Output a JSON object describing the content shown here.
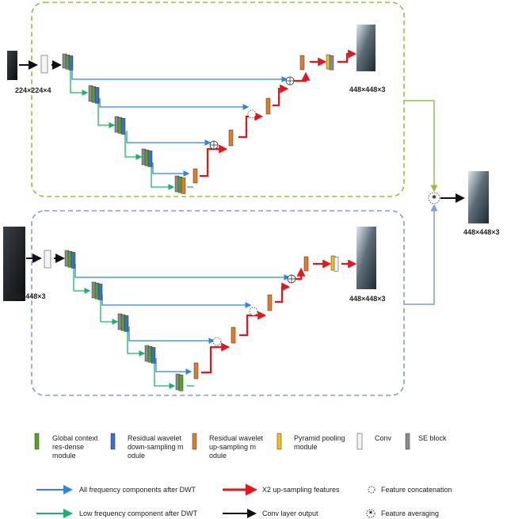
{
  "branch_top": {
    "input_size": "224×224×4",
    "output_size": "448×448×3"
  },
  "branch_bottom": {
    "input_size": "448×448×3",
    "output_size": "448×448×3"
  },
  "final_output_size": "448×448×3",
  "legend": {
    "global_context": "Global context res-dense module",
    "wavelet_down": "Residual wavelet down-sampling module",
    "wavelet_up": "Residual wavelet up-sampling module",
    "pyramid": "Pyramid pooling module",
    "conv": "Conv",
    "se": "SE block",
    "all_freq": "All frequency components after DWT",
    "x2_up": "X2 up-sampling features",
    "feat_concat": "Feature concatenation",
    "low_freq": "Low frequency component after DWT",
    "conv_out": "Conv layer output",
    "feat_avg": "Feature averaging"
  },
  "colors": {
    "green_module": "#5aa02c",
    "blue_module": "#3a6fc4",
    "orange_module": "#e07b2a",
    "yellow_module": "#f0c020",
    "se_gray": "#8a8a8a",
    "top_border": "#8cc63f",
    "bottom_border": "#7f9fd4",
    "arrow_blue": "#2e86de",
    "arrow_green": "#19b36b",
    "arrow_red": "#e8141c"
  }
}
